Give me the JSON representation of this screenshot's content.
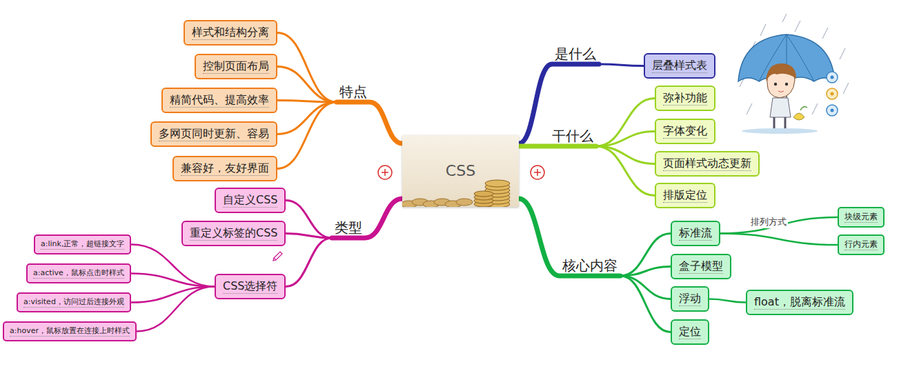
{
  "diagram": {
    "nodes": [
      {
        "text": [
          "CSS"
        ]
      },
      {
        "text": [
          "特点"
        ]
      },
      {
        "text": [
          "样式和结构分离"
        ]
      },
      {
        "text": [
          "控制页面布局"
        ]
      },
      {
        "text": [
          "精简代码、提高效率"
        ]
      },
      {
        "text": [
          "多网页同时更新、容易"
        ]
      },
      {
        "text": [
          "兼容好，友好界面"
        ]
      },
      {
        "text": [
          "是什么"
        ]
      },
      {
        "text": [
          "层叠样式表"
        ]
      },
      {
        "text": [
          "干什么"
        ]
      },
      {
        "text": [
          "弥补功能"
        ]
      },
      {
        "text": [
          "字体变化"
        ]
      },
      {
        "text": [
          "页面样式动态更新"
        ]
      },
      {
        "text": [
          "排版定位"
        ]
      },
      {
        "text": [
          "类型"
        ]
      },
      {
        "text": [
          "自定义CSS"
        ]
      },
      {
        "text": [
          "重定义标签的CSS"
        ]
      },
      {
        "text": [
          "CSS选择符"
        ]
      },
      {
        "text": [
          "a:link,正常，超链接文字"
        ]
      },
      {
        "text": [
          "a:active，鼠标点击时样式"
        ]
      },
      {
        "text": [
          "a:visited，访问过后连接外观"
        ]
      },
      {
        "text": [
          "a:hover，鼠标放置在连接上时样式"
        ]
      },
      {
        "text": [
          "核心内容"
        ]
      },
      {
        "text": [
          "标准流"
        ]
      },
      {
        "text": [
          "块级元素"
        ]
      },
      {
        "text": [
          "行内元素"
        ]
      },
      {
        "text": [
          "盒子模型"
        ]
      },
      {
        "text": [
          "浮动"
        ]
      },
      {
        "text": [
          "float，脱离标准流"
        ]
      },
      {
        "text": [
          "定位"
        ]
      }
    ],
    "edges": [
      {
        "from": 0,
        "to": 1,
        "arrow": "none"
      },
      {
        "from": 1,
        "to": 2,
        "arrow": "none"
      },
      {
        "from": 1,
        "to": 3,
        "arrow": "none"
      },
      {
        "from": 1,
        "to": 4,
        "arrow": "none"
      },
      {
        "from": 1,
        "to": 5,
        "arrow": "none"
      },
      {
        "from": 1,
        "to": 6,
        "arrow": "none"
      },
      {
        "from": 0,
        "to": 7,
        "arrow": "none"
      },
      {
        "from": 7,
        "to": 8,
        "arrow": "none"
      },
      {
        "from": 0,
        "to": 9,
        "arrow": "none"
      },
      {
        "from": 9,
        "to": 10,
        "arrow": "none"
      },
      {
        "from": 9,
        "to": 11,
        "arrow": "none"
      },
      {
        "from": 9,
        "to": 12,
        "arrow": "none"
      },
      {
        "from": 9,
        "to": 13,
        "arrow": "none"
      },
      {
        "from": 0,
        "to": 14,
        "arrow": "none"
      },
      {
        "from": 14,
        "to": 15,
        "arrow": "none"
      },
      {
        "from": 14,
        "to": 16,
        "arrow": "none"
      },
      {
        "from": 14,
        "to": 17,
        "arrow": "none"
      },
      {
        "from": 17,
        "to": 18,
        "arrow": "none"
      },
      {
        "from": 17,
        "to": 19,
        "arrow": "none"
      },
      {
        "from": 17,
        "to": 20,
        "arrow": "none"
      },
      {
        "from": 17,
        "to": 21,
        "arrow": "none"
      },
      {
        "from": 0,
        "to": 22,
        "arrow": "none"
      },
      {
        "from": 22,
        "to": 23,
        "arrow": "none"
      },
      {
        "from": 22,
        "to": 26,
        "arrow": "none"
      },
      {
        "from": 22,
        "to": 27,
        "arrow": "none"
      },
      {
        "from": 22,
        "to": 29,
        "arrow": "none"
      },
      {
        "from": 23,
        "to": 24,
        "arrow": "none"
      },
      {
        "from": 23,
        "to": 25,
        "arrow": "none"
      },
      {
        "from": 27,
        "to": 28,
        "arrow": "none"
      }
    ],
    "labels": [
      "排列方式"
    ]
  }
}
